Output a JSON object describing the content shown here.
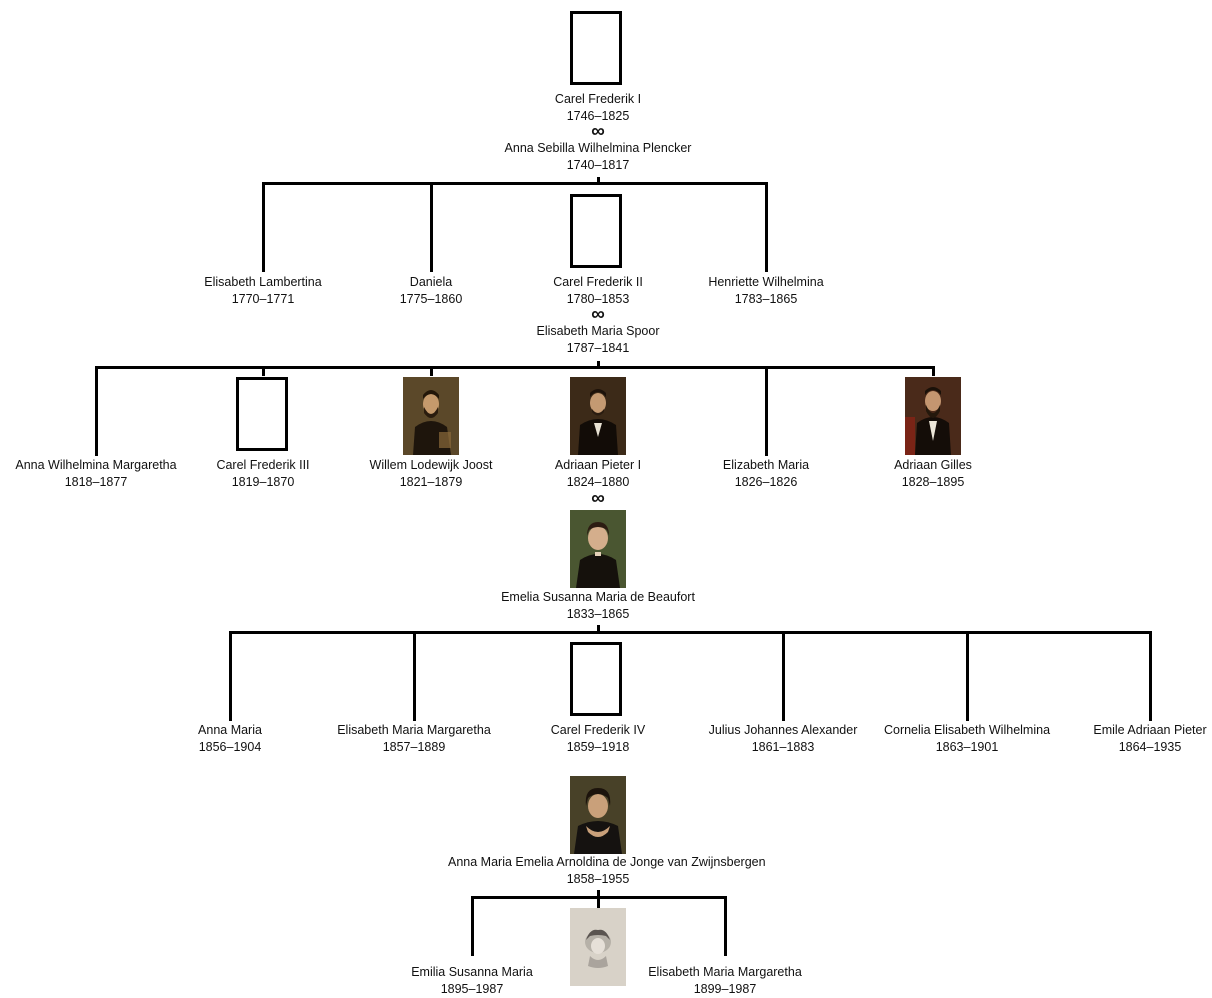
{
  "marriage_symbol": "∞",
  "colors": {
    "lines": "#000000",
    "text": "#111111",
    "background": "#ffffff"
  },
  "people": {
    "cf1": {
      "name": "Carel Frederik I",
      "years": "1746–1825",
      "image": "empty-frame"
    },
    "anna_sebilla": {
      "name": "Anna Sebilla Wilhelmina Plencker",
      "years": "1740–1817",
      "image": "none"
    },
    "elisabeth_lambertina": {
      "name": "Elisabeth Lambertina",
      "years": "1770–1771",
      "image": "none"
    },
    "daniela": {
      "name": "Daniela",
      "years": "1775–1860",
      "image": "none"
    },
    "cf2": {
      "name": "Carel Frederik II",
      "years": "1780–1853",
      "image": "empty-frame"
    },
    "henriette": {
      "name": "Henriette Wilhelmina",
      "years": "1783–1865",
      "image": "none"
    },
    "elisabeth_spoor": {
      "name": "Elisabeth Maria Spoor",
      "years": "1787–1841",
      "image": "none"
    },
    "anna_wilhelmina": {
      "name": "Anna Wilhelmina Margaretha",
      "years": "1818–1877",
      "image": "none"
    },
    "cf3": {
      "name": "Carel Frederik III",
      "years": "1819–1870",
      "image": "empty-frame"
    },
    "willem": {
      "name": "Willem Lodewijk Joost",
      "years": "1821–1879",
      "image": "portrait-man"
    },
    "adriaan_pieter": {
      "name": "Adriaan Pieter I",
      "years": "1824–1880",
      "image": "portrait-man"
    },
    "elizabeth_maria": {
      "name": "Elizabeth Maria",
      "years": "1826–1826",
      "image": "none"
    },
    "adriaan_gilles": {
      "name": "Adriaan Gilles",
      "years": "1828–1895",
      "image": "portrait-man"
    },
    "emelia": {
      "name": "Emelia Susanna Maria de Beaufort",
      "years": "1833–1865",
      "image": "portrait-woman"
    },
    "anna_maria": {
      "name": "Anna Maria",
      "years": "1856–1904",
      "image": "none"
    },
    "elisabeth_mm": {
      "name": "Elisabeth Maria Margaretha",
      "years": "1857–1889",
      "image": "none"
    },
    "cf4": {
      "name": "Carel Frederik IV",
      "years": "1859–1918",
      "image": "empty-frame"
    },
    "julius": {
      "name": "Julius Johannes Alexander",
      "years": "1861–1883",
      "image": "none"
    },
    "cornelia": {
      "name": "Cornelia Elisabeth Wilhelmina",
      "years": "1863–1901",
      "image": "none"
    },
    "emile": {
      "name": "Emile Adriaan Pieter",
      "years": "1864–1935",
      "image": "none"
    },
    "anna_maria_emelia": {
      "name": "Anna Maria Emelia Arnoldina de Jonge van Zwijnsbergen",
      "years": "1858–1955",
      "image": "portrait-woman"
    },
    "emilia_susanna": {
      "name": "Emilia Susanna Maria",
      "years": "1895–1987",
      "image": "none"
    },
    "elisabeth_mm2": {
      "name": "Elisabeth Maria Margaretha",
      "years": "1899–1987",
      "image": "none"
    },
    "child_photo": {
      "image": "photo-sketch"
    }
  }
}
